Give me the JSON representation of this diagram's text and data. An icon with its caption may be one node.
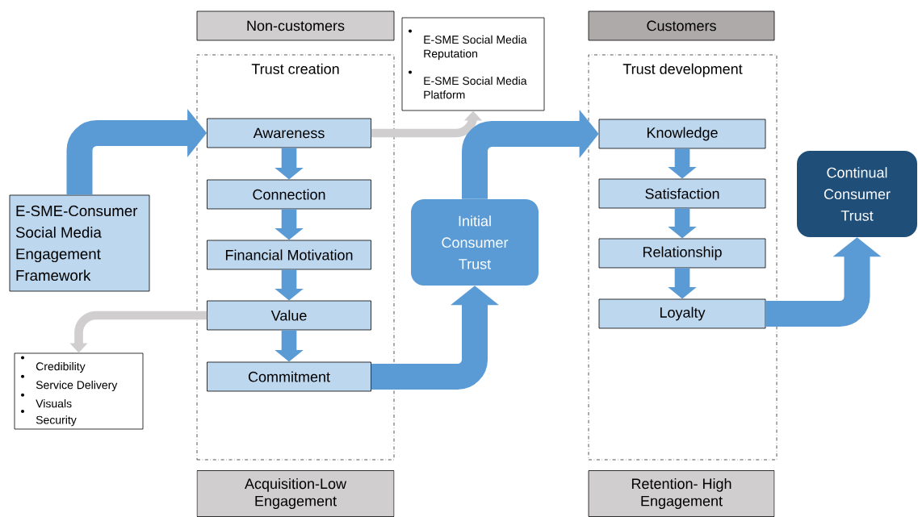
{
  "diagram": {
    "nodes": [
      {
        "text": [
          "Non-customers"
        ]
      },
      {
        "text": [
          "Customers"
        ]
      },
      {
        "text": [
          "Trust creation"
        ]
      },
      {
        "text": [
          "Awareness"
        ],
        "in": 2
      },
      {
        "text": [
          "Connection"
        ],
        "in": 2
      },
      {
        "text": [
          "Financial Motivation"
        ],
        "in": 2
      },
      {
        "text": [
          "Value"
        ],
        "in": 2
      },
      {
        "text": [
          "Commitment"
        ],
        "in": 2
      },
      {
        "text": [
          "Trust development"
        ]
      },
      {
        "text": [
          "Knowledge"
        ],
        "in": 8
      },
      {
        "text": [
          "Satisfaction"
        ],
        "in": 8
      },
      {
        "text": [
          "Relationship"
        ],
        "in": 8
      },
      {
        "text": [
          "Loyalty"
        ],
        "in": 8
      },
      {
        "text": [
          "E-SME-Consumer Social Media Engagement Framework"
        ]
      },
      {
        "text": [
          "E-SME Social Media Reputation",
          "E-SME Social Media Platform"
        ]
      },
      {
        "text": [
          "Credibility",
          "Service Delivery",
          "Visuals",
          "Security"
        ]
      },
      {
        "text": [
          "Initial Consumer Trust"
        ]
      },
      {
        "text": [
          "Continual Consumer Trust"
        ]
      },
      {
        "text": [
          "Acquisition-Low Engagement"
        ]
      },
      {
        "text": [
          "Retention- High Engagement"
        ]
      }
    ],
    "edges": [
      {
        "from": 13,
        "to": 3,
        "arrow": "to"
      },
      {
        "from": 3,
        "to": 4,
        "arrow": "to"
      },
      {
        "from": 4,
        "to": 5,
        "arrow": "to"
      },
      {
        "from": 5,
        "to": 6,
        "arrow": "to"
      },
      {
        "from": 6,
        "to": 7,
        "arrow": "to"
      },
      {
        "from": 3,
        "to": 14,
        "arrow": "to",
        "color": "#d0cece"
      },
      {
        "from": 6,
        "to": 15,
        "arrow": "to",
        "color": "#d0cece"
      },
      {
        "from": 7,
        "to": 16,
        "arrow": "to"
      },
      {
        "from": 16,
        "to": 9,
        "arrow": "to"
      },
      {
        "from": 9,
        "to": 10,
        "arrow": "to"
      },
      {
        "from": 10,
        "to": 11,
        "arrow": "to"
      },
      {
        "from": 11,
        "to": 12,
        "arrow": "to"
      },
      {
        "from": 12,
        "to": 17,
        "arrow": "to"
      }
    ]
  }
}
